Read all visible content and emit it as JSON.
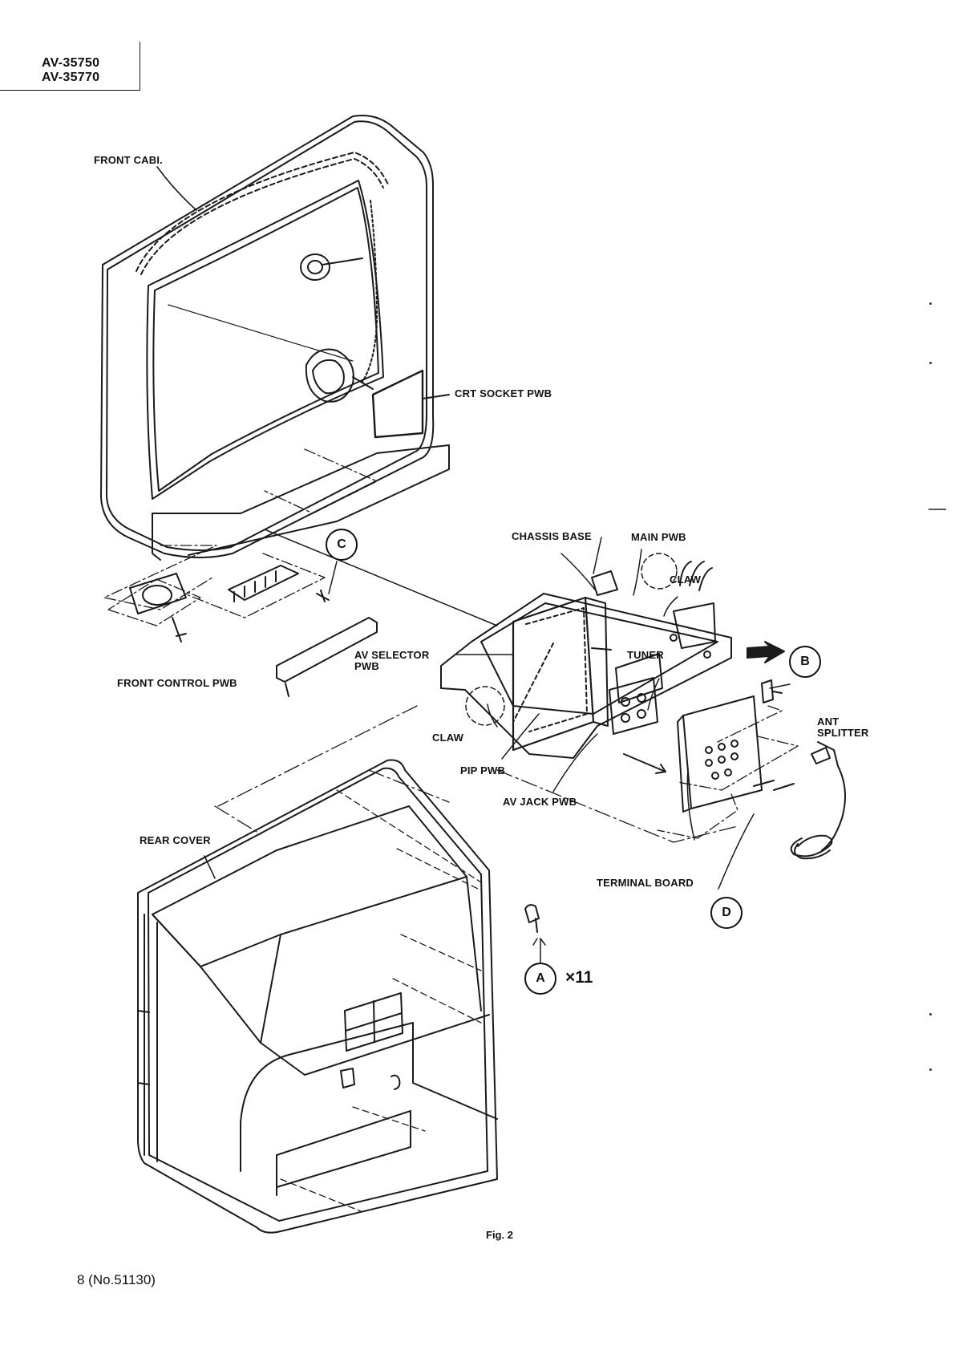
{
  "header": {
    "models": [
      "AV-35750",
      "AV-35770"
    ]
  },
  "labels": {
    "front_cabi": "FRONT CABI.",
    "crt_socket_pwb": "CRT SOCKET PWB",
    "chassis_base": "CHASSIS BASE",
    "main_pwb": "MAIN PWB",
    "claw_top": "CLAW",
    "tuner": "TUNER",
    "av_selector_pwb": "AV SELECTOR\nPWB",
    "front_control_pwb": "FRONT CONTROL PWB",
    "ant_splitter": "ANT\nSPLITTER",
    "claw_bottom": "CLAW",
    "pip_pwb": "PIP PWB",
    "av_jack_pwb": "AV JACK PWB",
    "rear_cover": "REAR COVER",
    "terminal_board": "TERMINAL BOARD"
  },
  "callouts": {
    "a": "A",
    "b": "B",
    "c": "C",
    "d": "D",
    "a_quantity": "×11"
  },
  "caption": "Fig. 2",
  "footer": {
    "page_ref": "8 (No.51130)"
  }
}
